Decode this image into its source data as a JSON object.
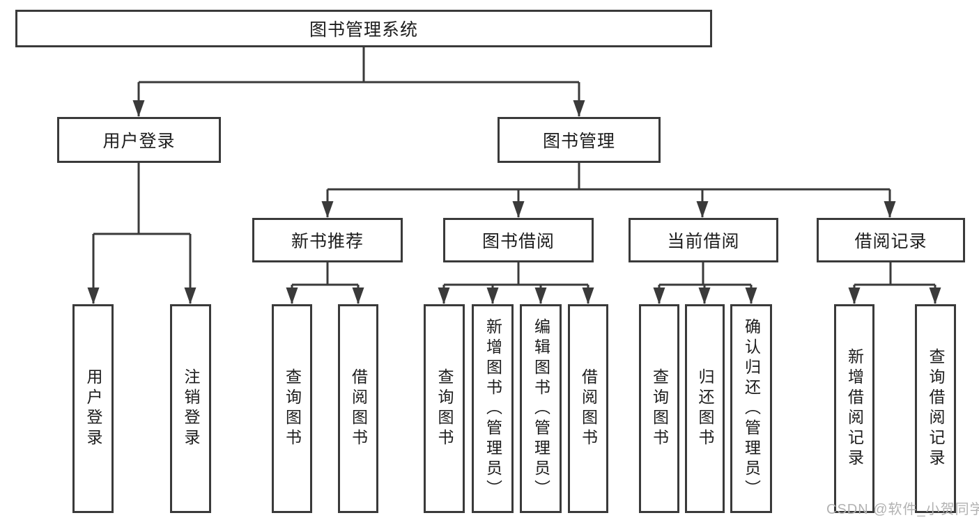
{
  "diagram": {
    "kind": "functional-structure-tree",
    "colors": {
      "line": "#3a3a3a",
      "box_border": "#3a3a3a",
      "text": "#1c1c1c",
      "watermark": "#b2b2b2",
      "background": "#ffffff"
    },
    "tree": {
      "root": {
        "label": "图书管理系统"
      },
      "user_login": {
        "label": "用户登录",
        "children": [
          {
            "label": "用户登录"
          },
          {
            "label": "注销登录"
          }
        ]
      },
      "book_mgmt": {
        "label": "图书管理",
        "children": [
          {
            "label": "新书推荐",
            "children": [
              {
                "label": "查询图书"
              },
              {
                "label": "借阅图书"
              }
            ]
          },
          {
            "label": "图书借阅",
            "children": [
              {
                "label": "查询图书"
              },
              {
                "label": "新增图书（管理员）"
              },
              {
                "label": "编辑图书（管理员）"
              },
              {
                "label": "借阅图书"
              }
            ]
          },
          {
            "label": "当前借阅",
            "children": [
              {
                "label": "查询图书"
              },
              {
                "label": "归还图书"
              },
              {
                "label": "确认归还（管理员）"
              }
            ]
          },
          {
            "label": "借阅记录",
            "children": [
              {
                "label": "新增借阅记录"
              },
              {
                "label": "查询借阅记录"
              }
            ]
          }
        ]
      }
    },
    "watermark": {
      "text": "CSDN @软件_小贺同学"
    }
  }
}
